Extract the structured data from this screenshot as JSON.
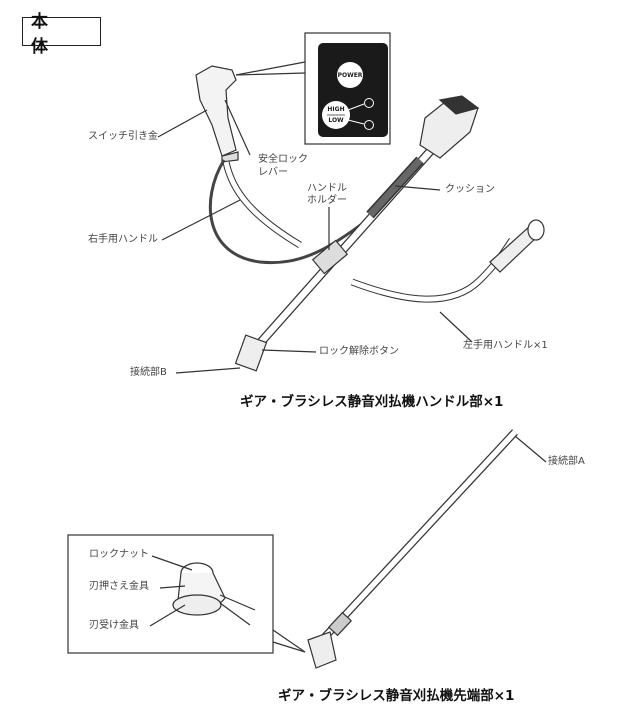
{
  "section_title": "本 体",
  "control_panel": {
    "power": "POWER",
    "high": "HIGH",
    "low": "LOW"
  },
  "handle_unit": {
    "labels": {
      "switch_trigger": "スイッチ引き金",
      "safety_lock_1": "安全ロック",
      "safety_lock_2": "レバー",
      "handle_holder_1": "ハンドル",
      "handle_holder_2": "ホルダー",
      "cushion": "クッション",
      "right_handle": "右手用ハンドル",
      "lock_release": "ロック解除ボタン",
      "joint_b": "接続部B",
      "left_handle": "左手用ハンドル×1"
    },
    "caption": "ギア・ブラシレス静音刈払機ハンドル部×1"
  },
  "tip_unit": {
    "labels": {
      "joint_a": "接続部A",
      "lock_nut": "ロックナット",
      "blade_holder": "刃押さえ金具",
      "blade_receiver": "刃受け金具"
    },
    "caption": "ギア・ブラシレス静音刈払機先端部×1"
  }
}
